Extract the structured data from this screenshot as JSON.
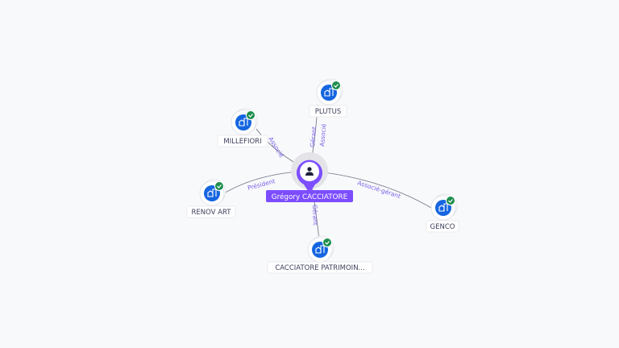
{
  "center": {
    "name": "Grégory CACCIATORE",
    "icon": "person-icon"
  },
  "nodes": [
    {
      "name": "PLUTUS",
      "icon": "company-building-icon",
      "verified": true
    },
    {
      "name": "MILLEFIORI",
      "icon": "company-building-icon",
      "verified": true
    },
    {
      "name": "RENOV ART",
      "icon": "company-building-icon",
      "verified": true
    },
    {
      "name": "GENCO",
      "icon": "company-building-icon",
      "verified": true
    },
    {
      "name": "CACCIATORE PATRIMOIN...",
      "icon": "company-building-icon",
      "verified": true
    }
  ],
  "edges": {
    "plutus_1": "Gérant",
    "plutus_2": "Associé",
    "millefiori": "Associé",
    "renovart": "Président",
    "genco": "Associé-gérant",
    "patrimoine": "Gérant"
  },
  "colors": {
    "accent": "#7c4dff",
    "company": "#1565e0",
    "verified": "#1e8e4e",
    "edge_label": "#7b61e8"
  }
}
